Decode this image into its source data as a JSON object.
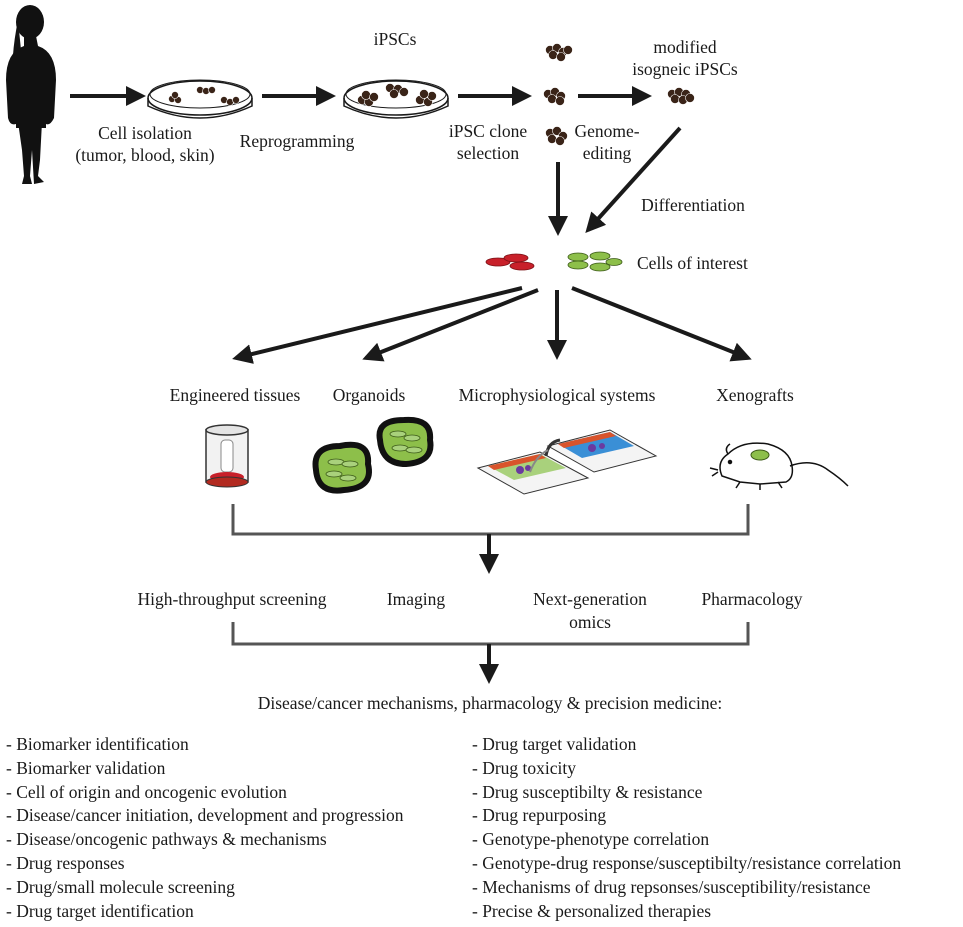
{
  "steps": {
    "ipscs": "iPSCs",
    "modified_line1": "modified",
    "modified_line2": "isogneic iPSCs",
    "cell_isolation_line1": "Cell isolation",
    "cell_isolation_line2": "(tumor, blood, skin)",
    "reprogramming": "Reprogramming",
    "clone_selection_line1": "iPSC clone",
    "clone_selection_line2": "selection",
    "genome_editing_line1": "Genome-",
    "genome_editing_line2": "editing",
    "differentiation": "Differentiation",
    "cells_of_interest": "Cells of interest"
  },
  "models": [
    {
      "label": "Engineered tissues"
    },
    {
      "label": "Organoids"
    },
    {
      "label": "Microphysiological systems"
    },
    {
      "label": "Xenografts"
    }
  ],
  "methods": {
    "hts": "High-throughput screening",
    "imaging": "Imaging",
    "ngs_line1": "Next-generation",
    "ngs_line2": "omics",
    "pharmacology": "Pharmacology"
  },
  "outcome_title": "Disease/cancer mechanisms, pharmacology & precision medicine:",
  "applications_left": [
    "- Biomarker identification",
    "- Biomarker validation",
    "- Cell of origin and oncogenic evolution",
    "- Disease/cancer initiation, development and progression",
    "- Disease/oncogenic pathways & mechanisms",
    "- Drug responses",
    "- Drug/small molecule screening",
    "- Drug target identification"
  ],
  "applications_right": [
    "- Drug target validation",
    "- Drug toxicity",
    "- Drug susceptibilty & resistance",
    "- Drug repurposing",
    "- Genotype-phenotype correlation",
    "- Genotype-drug response/susceptibilty/resistance correlation",
    "- Mechanisms of drug repsonses/susceptibility/resistance",
    "- Precise & personalized therapies"
  ],
  "colors": {
    "ink": "#1a1a1a",
    "cell_dark": "#3a2418",
    "red_cell": "#c8202a",
    "green_cell": "#8dbf4a",
    "chip_blue": "#3a8fd6",
    "chip_orange": "#d9542c",
    "chip_green": "#a9d17c",
    "chip_purple": "#6a3aa0"
  }
}
